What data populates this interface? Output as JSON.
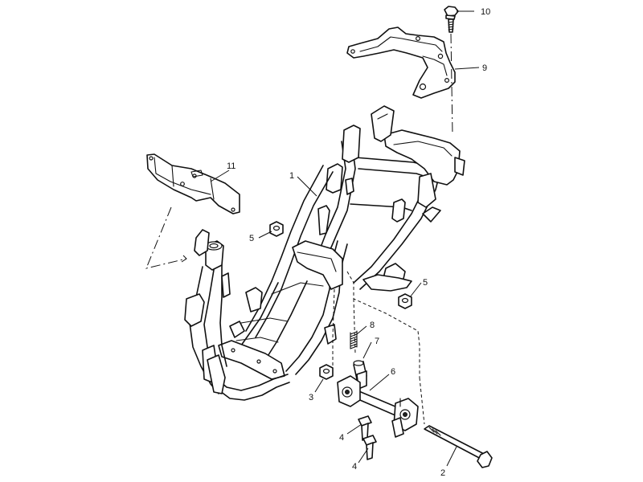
{
  "callouts": {
    "c1": "1",
    "c2": "2",
    "c3": "3",
    "c4a": "4",
    "c4b": "4",
    "c5a": "5",
    "c5b": "5",
    "c6": "6",
    "c7": "7",
    "c8": "8",
    "c9": "9",
    "c10": "10",
    "c11": "11"
  },
  "colors": {
    "line": "#111111",
    "background": "#ffffff"
  }
}
